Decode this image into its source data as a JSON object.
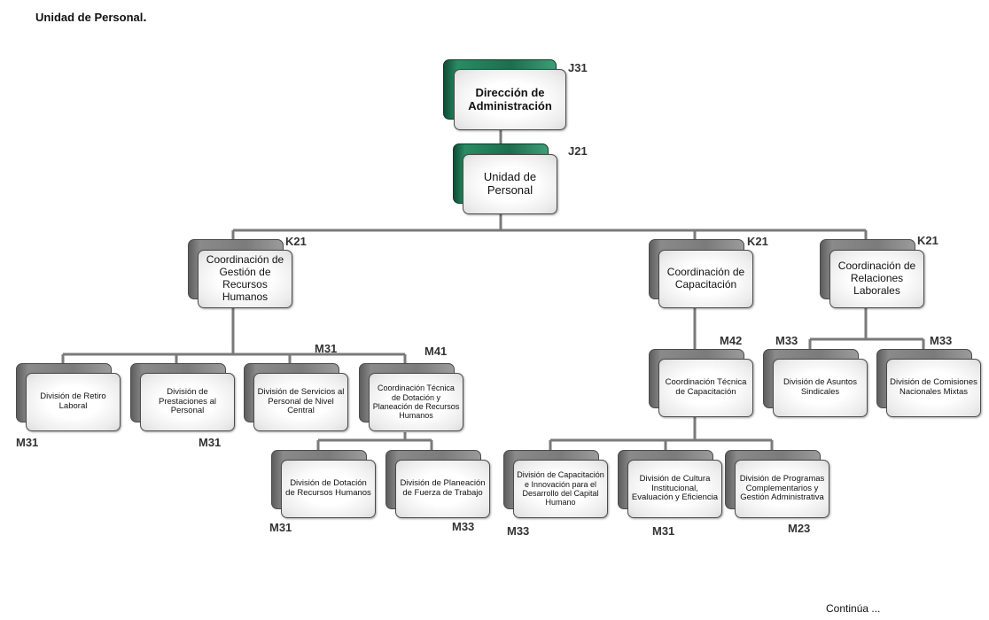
{
  "page": {
    "title": "Unidad de Personal",
    "title_suffix": ".",
    "footer": "Continúa ..."
  },
  "colors": {
    "top_box_back": "#1d6e4f",
    "box_back": "#7b7b7b",
    "connector": "#7a7a7a"
  },
  "nodes": {
    "direccion": {
      "label": "Dirección de Administración",
      "code": "J31"
    },
    "unidad": {
      "label": "Unidad de Personal",
      "code": "J21"
    },
    "coord_grh": {
      "label": "Coordinación de Gestión de Recursos Humanos",
      "code": "K21"
    },
    "coord_cap": {
      "label": "Coordinación de Capacitación",
      "code": "K21"
    },
    "coord_rl": {
      "label": "Coordinación de Relaciones Laborales",
      "code": "K21"
    },
    "div_retiro": {
      "label": "División de Retiro Laboral",
      "code": "M31"
    },
    "div_prest": {
      "label": "División de Prestaciones al Personal",
      "code": "M31"
    },
    "div_serv": {
      "label": "División de Servicios al Personal de Nivel Central",
      "code": "M31"
    },
    "coord_tec_dot": {
      "label": "Coordinación Técnica de Dotación y Planeación de Recursos Humanos",
      "code": "M41"
    },
    "div_dot": {
      "label": "División de Dotación de Recursos Humanos",
      "code": "M31"
    },
    "div_plan": {
      "label": "División de Planeación de Fuerza de Trabajo",
      "code": "M33"
    },
    "coord_tec_cap": {
      "label": "Coordinación Técnica de Capacitación",
      "code": "M42"
    },
    "div_cap_innov": {
      "label": "División de Capacitación e Innovación para el Desarrollo del Capital Humano",
      "code": "M33"
    },
    "div_cultura": {
      "label": "División de Cultura Institucional, Evaluación y Eficiencia",
      "code": "M31"
    },
    "div_prog": {
      "label": "División de Programas Complementarios y Gestión Administrativa",
      "code": "M23"
    },
    "div_asuntos": {
      "label": "División de Asuntos Sindicales",
      "code": "M33"
    },
    "div_comisiones": {
      "label": "División de Comisiones Nacionales Mixtas",
      "code": "M33"
    }
  }
}
